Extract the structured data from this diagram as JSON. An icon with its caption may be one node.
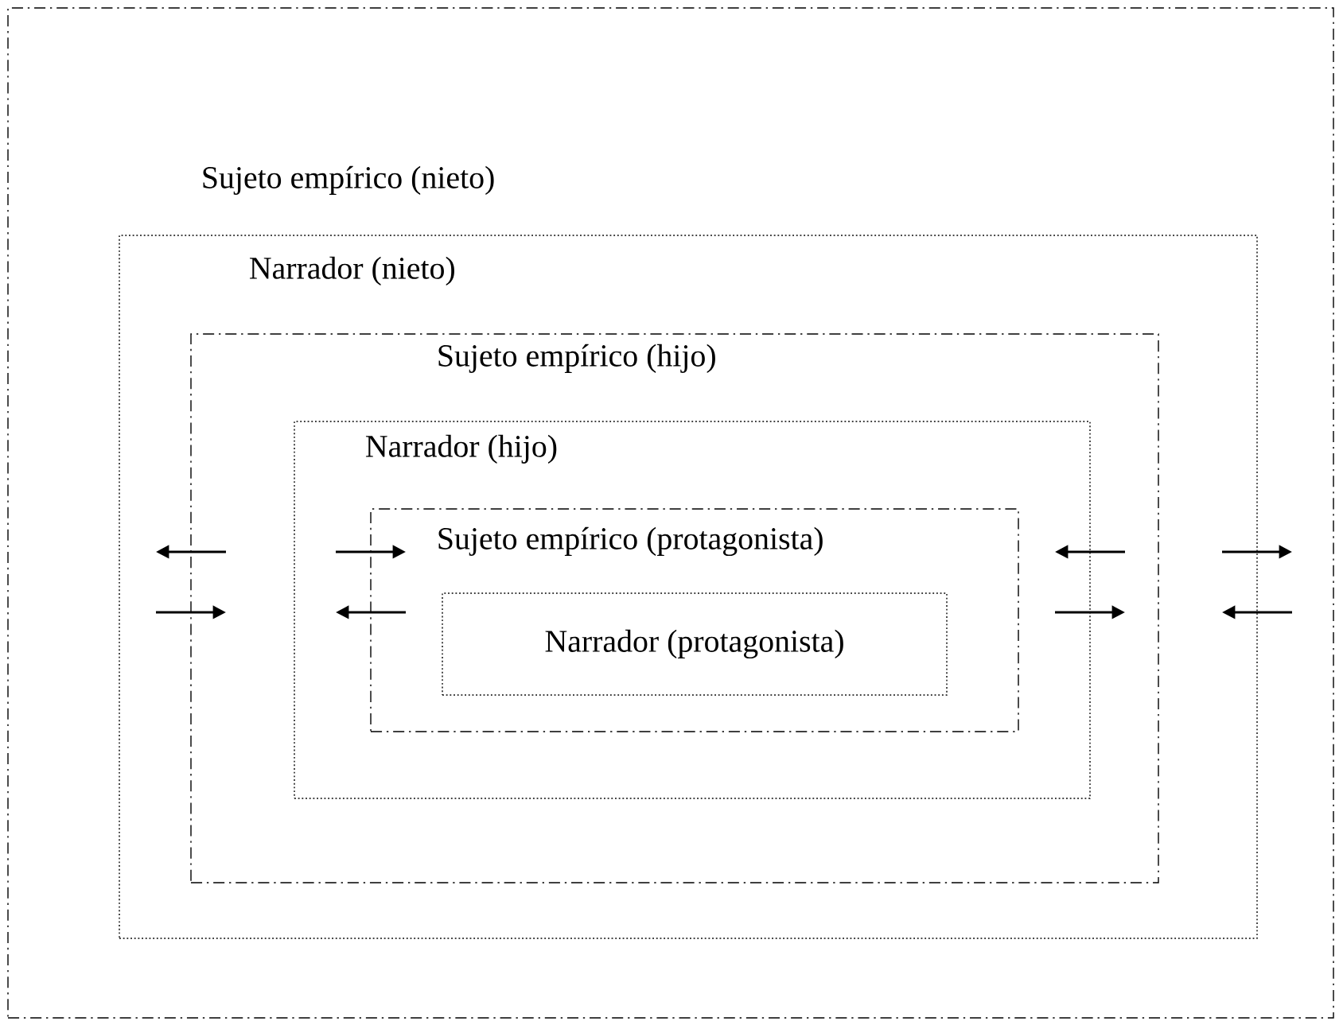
{
  "diagram": {
    "nodes": [
      {
        "text": [
          "Sujeto empírico (nieto)"
        ]
      },
      {
        "text": [
          "Narrador (nieto)"
        ],
        "in": 0
      },
      {
        "text": [
          "Sujeto empírico (hijo)"
        ],
        "in": 1
      },
      {
        "text": [
          "Narrador (hijo)"
        ],
        "in": 2
      },
      {
        "text": [
          "Sujeto empírico (protagonista)"
        ],
        "in": 3
      },
      {
        "text": [
          "Narrador (protagonista)"
        ],
        "in": 4
      }
    ]
  }
}
